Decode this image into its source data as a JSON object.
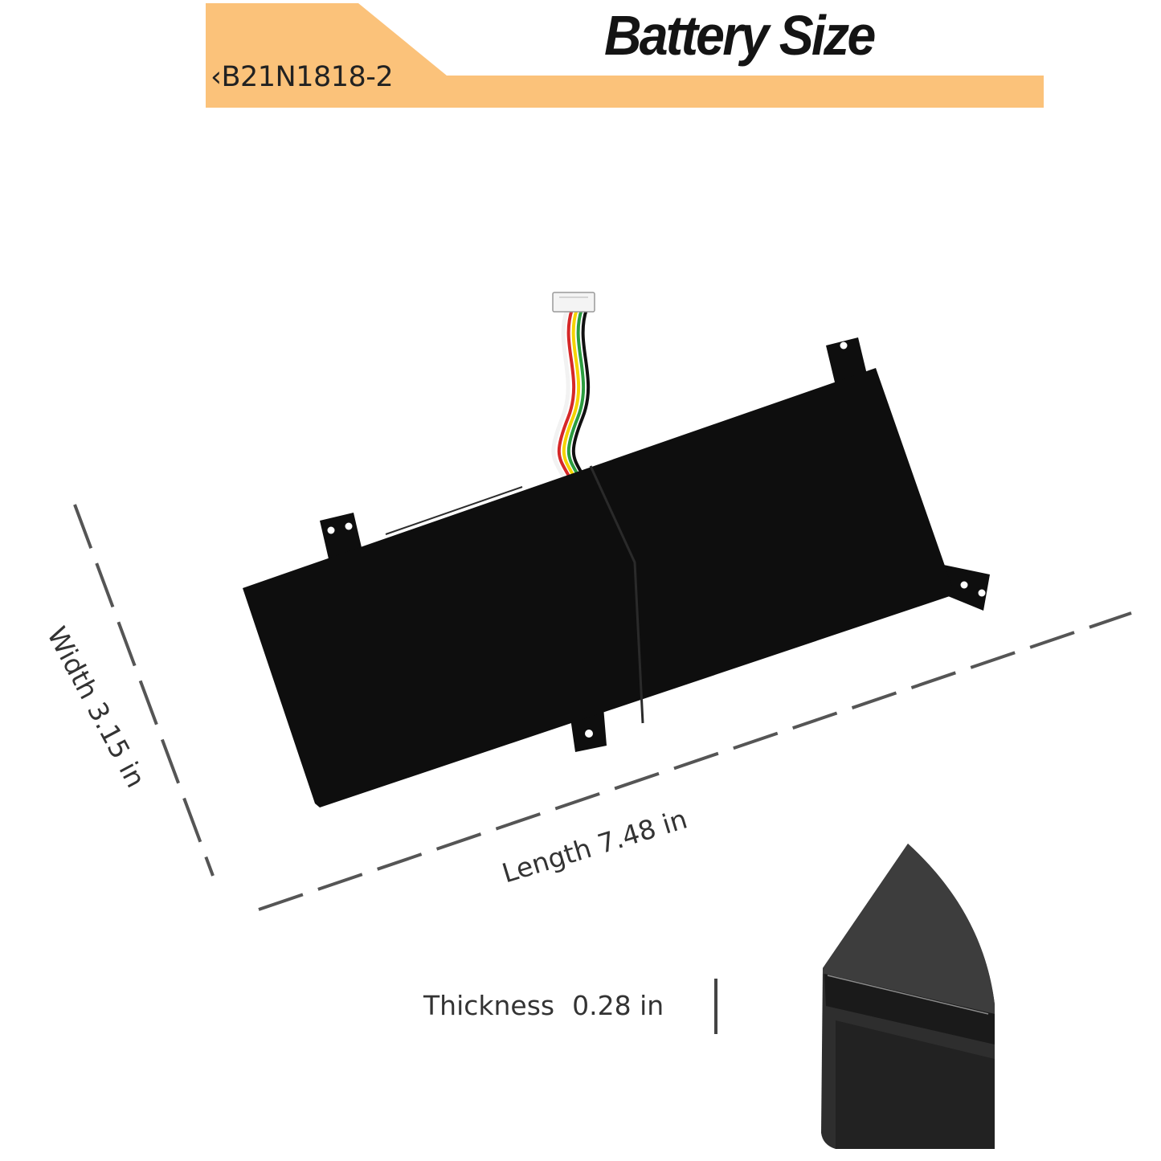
{
  "banner": {
    "model": "‹B21N1818-2",
    "title": "Battery Size",
    "color": "#FBC27A"
  },
  "dimensions": {
    "width_label": "Width 3.15 in",
    "length_label": "Length 7.48 in",
    "thickness_label": "Thickness",
    "thickness_value": "0.28 in"
  },
  "product": {
    "battery_color": "#0e0e0e",
    "wire_colors": [
      "#f2f2f2",
      "#d62828",
      "#f5d300",
      "#2a9d3f",
      "#111111",
      "#f2f2f2"
    ]
  }
}
